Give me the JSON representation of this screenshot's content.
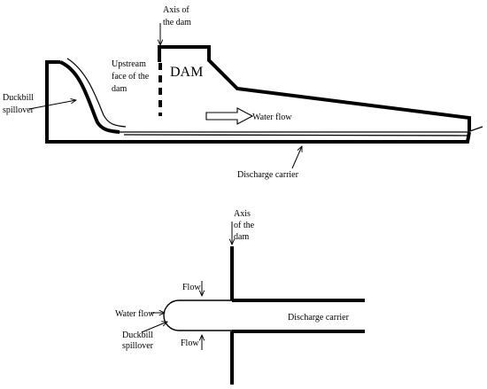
{
  "colors": {
    "line": "#000000",
    "background": "#ffffff"
  },
  "side_view": {
    "axis_label": [
      "Axis of",
      "the dam"
    ],
    "dam_label": "DAM",
    "upstream_label": [
      "Upstream",
      "face of the",
      "dam"
    ],
    "spillover_label": [
      "Duckbill",
      "spillover"
    ],
    "flow_label": "Water flow",
    "carrier_label": "Discharge carrier"
  },
  "plan_view": {
    "axis_label": [
      "Axis",
      "of the",
      "dam"
    ],
    "flow_top_label": "Flow",
    "flow_bottom_label": "Flow",
    "water_flow_label": "Water flow",
    "spillover_label": [
      "Duckbill",
      "spillover"
    ],
    "carrier_label": "Discharge carrier"
  }
}
